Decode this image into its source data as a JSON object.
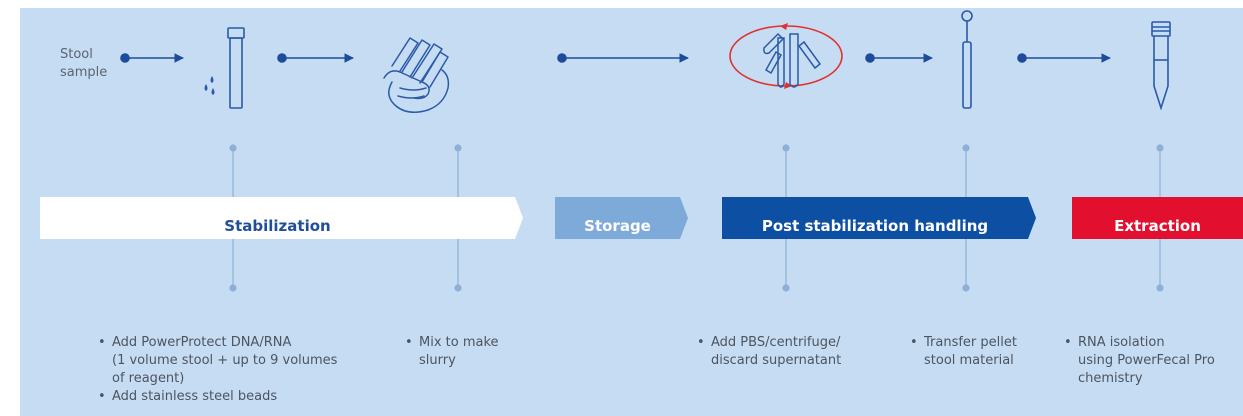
{
  "diagram": {
    "input_label": "Stool\nsample",
    "stages": [
      {
        "label": "Stabilization",
        "text_color": "#1f4e9c",
        "fill": "#ffffff"
      },
      {
        "label": "Storage",
        "text_color": "#ffffff",
        "fill": "#7eaada"
      },
      {
        "label": "Post stabilization handling",
        "text_color": "#ffffff",
        "fill": "#0d4fa3"
      },
      {
        "label": "Extraction",
        "text_color": "#ffffff",
        "fill": "#e30f2e"
      }
    ],
    "steps": [
      {
        "bullets": [
          "Add PowerProtect DNA/RNA\n(1 volume stool + up to 9 volumes\nof reagent)",
          "Add stainless steel beads"
        ]
      },
      {
        "bullets": [
          "Mix to make\nslurry"
        ]
      },
      {
        "bullets": [
          "Add PBS/centrifuge/\ndiscard supernatant"
        ]
      },
      {
        "bullets": [
          "Transfer pellet\nstool material"
        ]
      },
      {
        "bullets": [
          "RNA isolation\nusing PowerFecal Pro\nchemistry"
        ]
      }
    ],
    "colors": {
      "background": "#c6dcf3",
      "connector": "#8fb0d6",
      "arrow": "#1d4c9a",
      "rotation": "#e0312e"
    }
  }
}
